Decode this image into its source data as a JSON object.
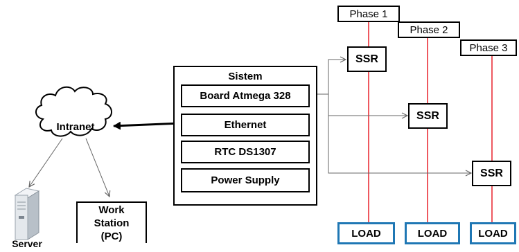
{
  "cloud": {
    "label": "Intranet"
  },
  "server": {
    "label": "Server",
    "icon": "server-tower-icon"
  },
  "workstation": {
    "line1": "Work",
    "line2": "Station",
    "line3": "(PC)"
  },
  "system": {
    "title": "Sistem",
    "modules": [
      "Board Atmega 328",
      "Ethernet",
      "RTC DS1307",
      "Power Supply"
    ]
  },
  "phases": [
    "Phase 1",
    "Phase 2",
    "Phase 3"
  ],
  "ssr_label": "SSR",
  "load_label": "LOAD",
  "colors": {
    "phase_line": "#e8202a",
    "load_border": "#1f77b4",
    "connector": "#666666"
  }
}
